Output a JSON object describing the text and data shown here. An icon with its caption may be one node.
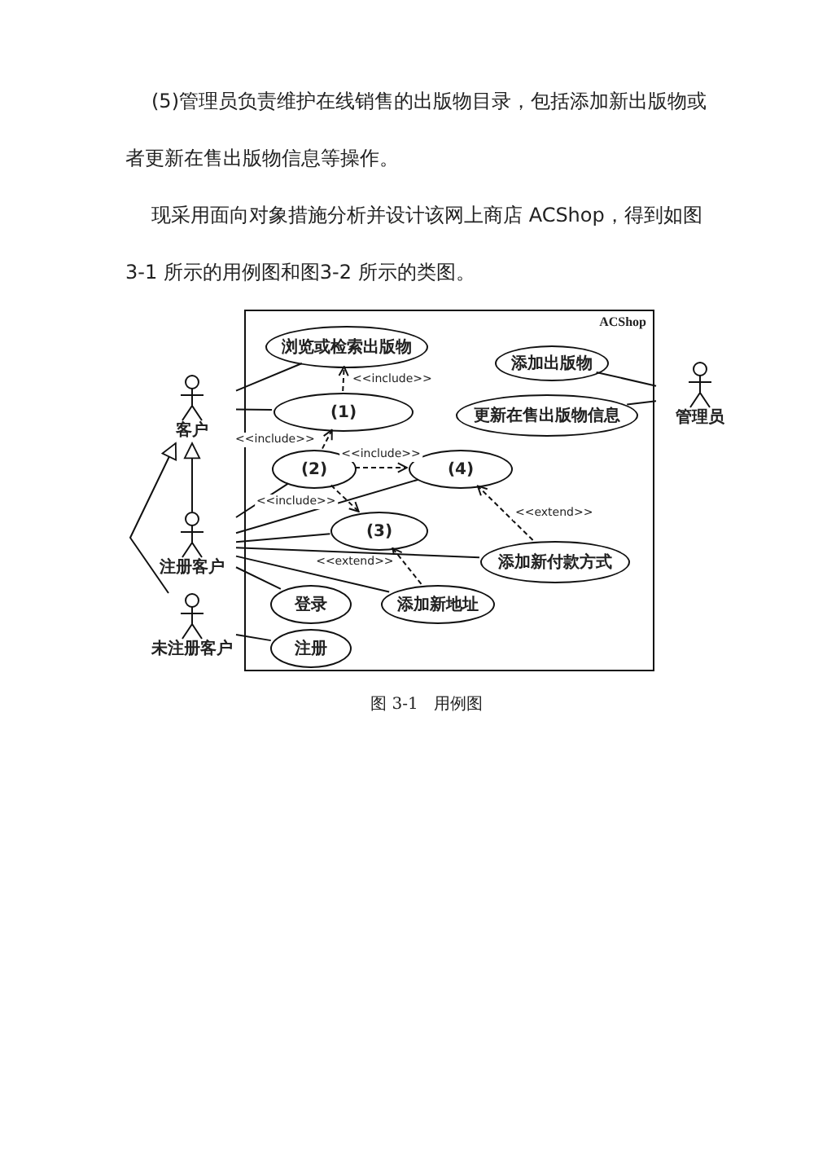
{
  "diagram": {
    "caption": "图 3-1   用例图",
    "nodes": [
      {
        "text": [
          "ACShop"
        ]
      },
      {
        "text": [
          "浏览或检索出版物"
        ],
        "in": 0
      },
      {
        "text": [
          "添加出版物"
        ],
        "in": 0
      },
      {
        "text": [
          "客户"
        ]
      },
      {
        "text": [
          "(1)"
        ],
        "in": 0
      },
      {
        "text": [
          "更新在售出版物信息"
        ],
        "in": 0
      },
      {
        "text": [
          "管理员"
        ]
      },
      {
        "text": [
          "(2)"
        ],
        "in": 0
      },
      {
        "text": [
          "(4)"
        ],
        "in": 0
      },
      {
        "text": [
          "注册客户"
        ]
      },
      {
        "text": [
          "(3)"
        ],
        "in": 0
      },
      {
        "text": [
          "添加新付款方式"
        ],
        "in": 0
      },
      {
        "text": [
          "登录"
        ],
        "in": 0
      },
      {
        "text": [
          "添加新地址"
        ],
        "in": 0
      },
      {
        "text": [
          "未注册客户"
        ]
      },
      {
        "text": [
          "注册"
        ],
        "in": 0
      }
    ],
    "edges": [
      {
        "from": 3,
        "to": 1,
        "arrow": "none"
      },
      {
        "from": 3,
        "to": 4,
        "arrow": "none"
      },
      {
        "from": 4,
        "to": 1,
        "arrow": "to",
        "style": "dashed",
        "label": "<<include>>"
      },
      {
        "from": 7,
        "to": 4,
        "arrow": "to",
        "style": "dashed",
        "label": "<<include>>"
      },
      {
        "from": 7,
        "to": 8,
        "arrow": "to",
        "style": "dashed",
        "label": "<<include>>"
      },
      {
        "from": 7,
        "to": 10,
        "arrow": "to",
        "style": "dashed",
        "label": "<<include>>"
      },
      {
        "from": 9,
        "to": 7,
        "arrow": "none"
      },
      {
        "from": 9,
        "to": 8,
        "arrow": "none"
      },
      {
        "from": 9,
        "to": 10,
        "arrow": "none"
      },
      {
        "from": 9,
        "to": 11,
        "arrow": "none"
      },
      {
        "from": 9,
        "to": 12,
        "arrow": "none"
      },
      {
        "from": 9,
        "to": 13,
        "arrow": "none"
      },
      {
        "from": 11,
        "to": 8,
        "arrow": "to",
        "style": "dashed",
        "label": "<<extend>>"
      },
      {
        "from": 13,
        "to": 10,
        "arrow": "to",
        "style": "dashed",
        "label": "<<extend>>"
      },
      {
        "from": 9,
        "to": 3,
        "arrow": "to"
      },
      {
        "from": 14,
        "to": 3,
        "arrow": "to"
      },
      {
        "from": 14,
        "to": 15,
        "arrow": "none"
      },
      {
        "from": 6,
        "to": 2,
        "arrow": "none"
      },
      {
        "from": 6,
        "to": 5,
        "arrow": "none"
      }
    ],
    "labels": [
      "(5)管理员负责维护在线销售的出版物目录，包括添加新出版物或者更新在售出版物信息等操作。",
      "现采用面向对象措施分析并设计该网上商店 ACShop，得到如图 3-1 所示的用例图和图3-2 所示的类图。"
    ]
  }
}
